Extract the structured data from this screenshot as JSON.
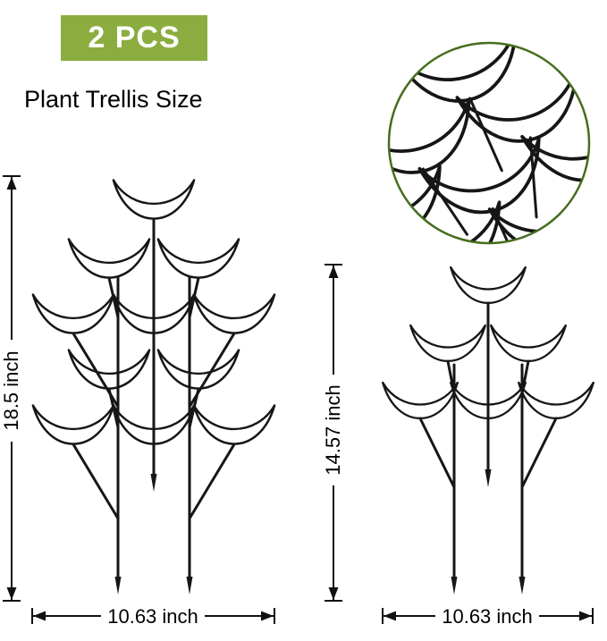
{
  "header": {
    "badge": "2 PCS",
    "subtitle": "Plant Trellis Size"
  },
  "left_trellis": {
    "height": "18.5 inch",
    "width": "10.63 inch"
  },
  "right_trellis": {
    "height": "14.57 inch",
    "width": "10.63 inch"
  },
  "colors": {
    "badge_bg": "#8BAD3F",
    "badge_text": "#FFFFFF",
    "wire": "#161616",
    "dimension": "#111111",
    "circle_border": "#456E1E",
    "background": "#FFFFFF"
  }
}
